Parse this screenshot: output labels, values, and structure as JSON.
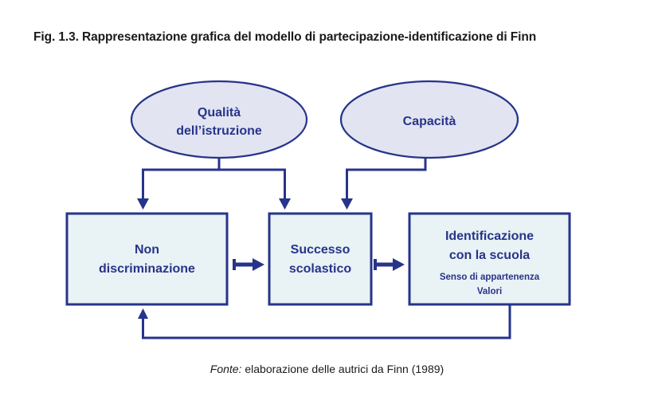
{
  "figure": {
    "title": "Fig. 1.3. Rappresentazione grafica del modello di partecipazione-identificazione di Finn",
    "caption_prefix": "Fonte:",
    "caption_text": " elaborazione delle autrici da Finn (1989)"
  },
  "colors": {
    "line": "#27348b",
    "ellipse_fill": "#e2e5f1",
    "box_fill": "#e9f2f4",
    "text": "#27348b",
    "title_text": "#1a1a1a"
  },
  "nodes": {
    "ellipses": [
      {
        "id": "qualita",
        "label_line1": "Qualità",
        "label_line2": "dell’istruzione"
      },
      {
        "id": "capacita",
        "label_line1": "Capacità",
        "label_line2": ""
      }
    ],
    "boxes": [
      {
        "id": "non-discriminazione",
        "label_line1": "Non",
        "label_line2": "discriminazione",
        "sub_line1": "",
        "sub_line2": ""
      },
      {
        "id": "successo-scolastico",
        "label_line1": "Successo",
        "label_line2": "scolastico",
        "sub_line1": "",
        "sub_line2": ""
      },
      {
        "id": "identificazione",
        "label_line1": "Identificazione",
        "label_line2": "con la scuola",
        "sub_line1": "Senso di appartenenza",
        "sub_line2": "Valori"
      }
    ]
  },
  "connectors": [
    {
      "id": "qualita-to-non-discriminazione",
      "from": "qualita",
      "to": "non-discriminazione",
      "style": "elbow-arrow"
    },
    {
      "id": "qualita-to-successo",
      "from": "qualita",
      "to": "successo-scolastico",
      "style": "elbow-arrow"
    },
    {
      "id": "capacita-to-successo",
      "from": "capacita",
      "to": "successo-scolastico",
      "style": "elbow-arrow"
    },
    {
      "id": "non-discriminazione-to-successo",
      "from": "non-discriminazione",
      "to": "successo-scolastico",
      "style": "block-arrow-right"
    },
    {
      "id": "successo-to-identificazione",
      "from": "successo-scolastico",
      "to": "identificazione",
      "style": "block-arrow-right"
    },
    {
      "id": "identificazione-feedback-to-non-discriminazione",
      "from": "identificazione",
      "to": "non-discriminazione",
      "style": "feedback-loop"
    }
  ]
}
